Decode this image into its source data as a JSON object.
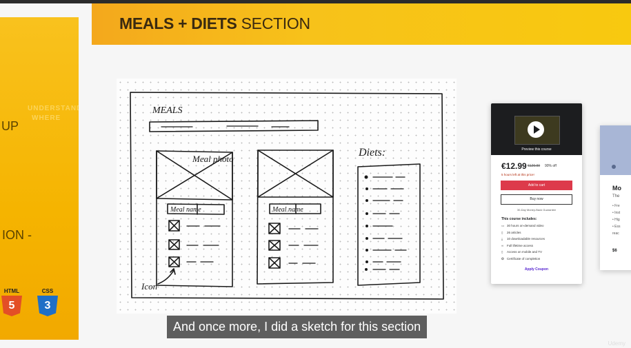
{
  "slide": {
    "title_bold": "MEALS + DIETS",
    "title_rest": " SECTION"
  },
  "left_panel": {
    "ghost_line1": "UNDERSTAND",
    "ghost_line2": "WHERE",
    "fragment_up": "UP",
    "fragment_ion": "ION -",
    "html_badge": "HTML",
    "html_digit": "5",
    "css_badge": "CSS",
    "css_digit": "3"
  },
  "sketch": {
    "meals_label": "MEALS",
    "meal_photo": "Meal photo",
    "meal_name_1": "Meal name",
    "meal_name_2": "Meal name",
    "diets_label": "Diets:",
    "icon_label": "Icon"
  },
  "course_card": {
    "preview": "Preview this course",
    "price": "€12.99",
    "original_price": "€129.99",
    "discount": "90% off",
    "hours_left": "5 hours left at this price!",
    "add_to_cart": "Add to cart",
    "buy_now": "Buy now",
    "guarantee": "30-Day Money-Back Guarantee",
    "includes_title": "This course includes:",
    "includes": [
      {
        "icon": "▭",
        "text": "30 hours on-demand video"
      },
      {
        "icon": "▯",
        "text": "26 articles"
      },
      {
        "icon": "⤓",
        "text": "10 downloadable resources"
      },
      {
        "icon": "∞",
        "text": "Full lifetime access"
      },
      {
        "icon": "▯",
        "text": "Access on mobile and TV"
      },
      {
        "icon": "✪",
        "text": "Certificate of completion"
      }
    ],
    "apply_coupon": "Apply Coupon"
  },
  "side_card": {
    "title": "Mo",
    "subtitle": "The",
    "bullets": [
      "• Fre",
      "• Inst",
      "• Hig",
      "• Ess",
      "reac"
    ],
    "price": "$6"
  },
  "caption": "And once more, I did a sketch for this section",
  "watermark": "Udemy"
}
